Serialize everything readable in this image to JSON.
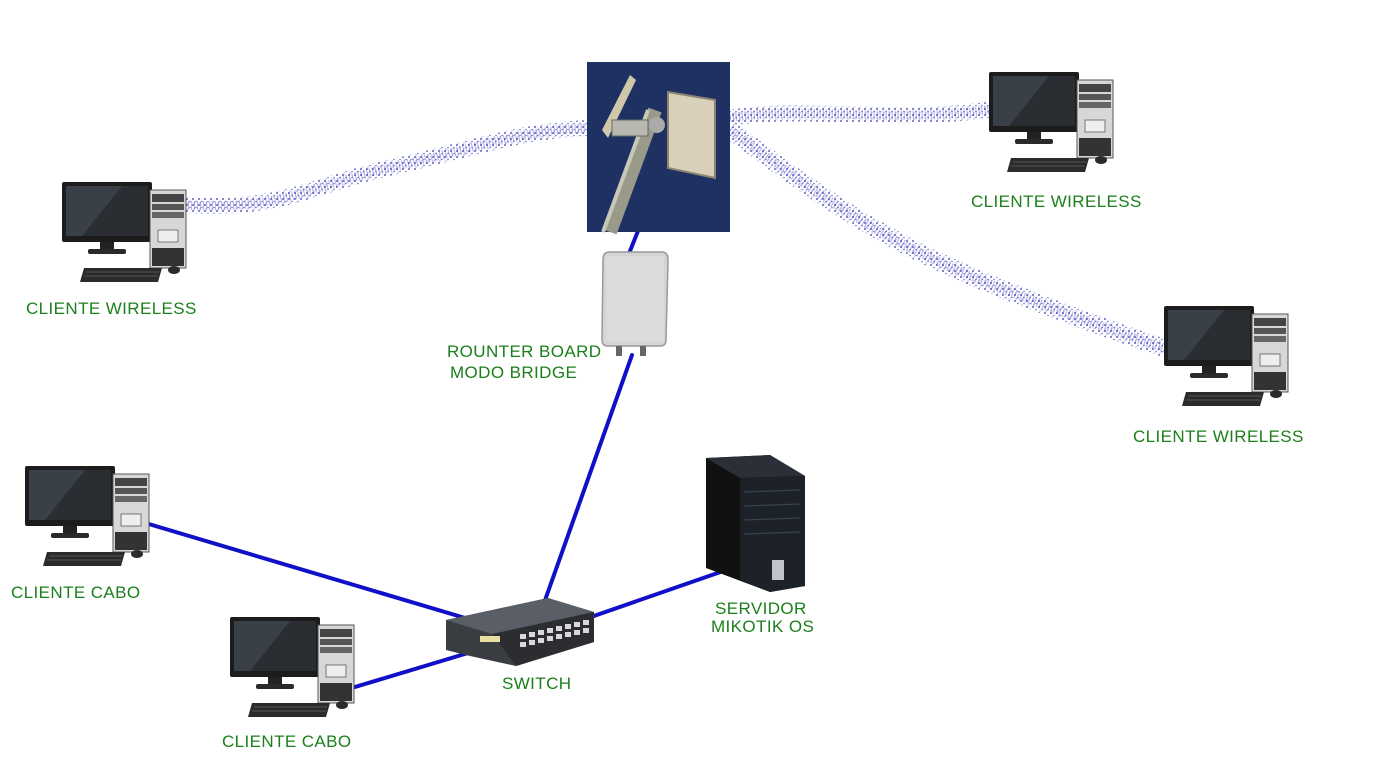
{
  "labels": {
    "client_wireless_left": "CLIENTE WIRELESS",
    "client_wireless_top_right": "CLIENTE WIRELESS",
    "client_wireless_right": "CLIENTE WIRELESS",
    "router_board_line1": "ROUNTER BOARD",
    "router_board_line2": "MODO BRIDGE",
    "client_cable_top": "CLIENTE CABO",
    "client_cable_bottom": "CLIENTE CABO",
    "switch": "SWITCH",
    "server_line1": "SERVIDOR",
    "server_line2": "MIKOTIK OS"
  },
  "colors": {
    "label": "#1b7f1b",
    "cable": "#1010c8",
    "wireless": "#1a1aa8"
  }
}
